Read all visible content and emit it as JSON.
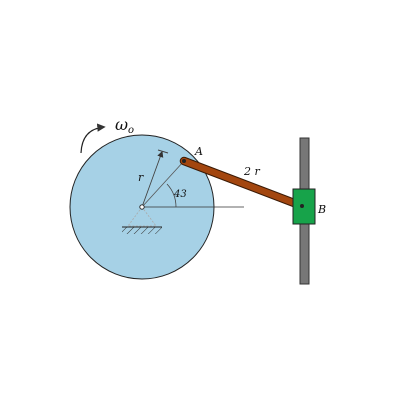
{
  "labels": {
    "omega": "ω",
    "omega_sub": "o",
    "point_a": "A",
    "point_b": "B",
    "radius": "r",
    "rod_length": "2 r",
    "angle": "43"
  },
  "colors": {
    "disk": "#a6d1e6",
    "rod": "#a3460f",
    "slider": "#17a34a",
    "guide": "#777777",
    "stroke": "#222222"
  }
}
